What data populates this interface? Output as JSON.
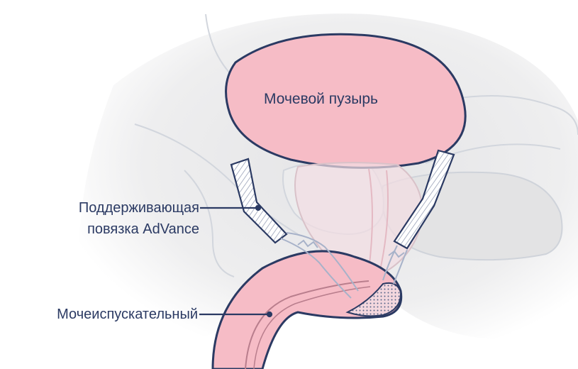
{
  "labels": {
    "bladder": "Мочевой пузырь",
    "sling_line1": "Поддерживающая",
    "sling_line2": "повязка AdVance",
    "urethra": "Мочеиспускательный"
  },
  "colors": {
    "organ_fill": "#f6bcc6",
    "outline": "#2b3a63",
    "bone": "#e6e6e6",
    "bone_edge": "#c9cfd8"
  }
}
